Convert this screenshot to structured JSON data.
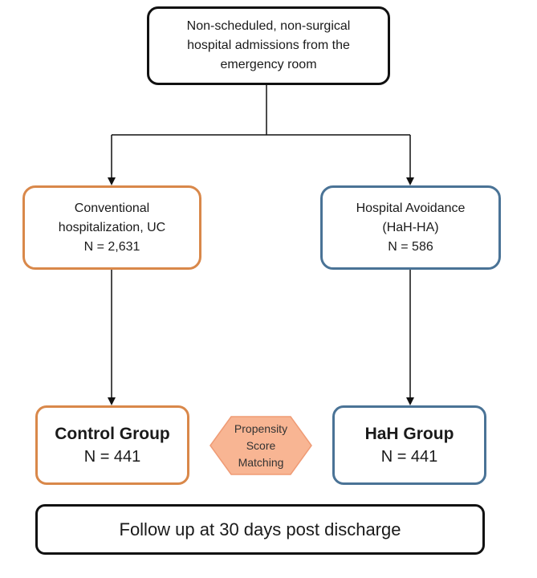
{
  "top": {
    "lines": [
      "Non-scheduled, non-surgical",
      "hospital admissions from the",
      "emergency room"
    ]
  },
  "conventional": {
    "lines": [
      "Conventional",
      "hospitalization, UC",
      "N = 2,631"
    ]
  },
  "avoidance": {
    "lines": [
      "Hospital Avoidance",
      "(HaH-HA)",
      "N = 586"
    ]
  },
  "control": {
    "title": "Control Group",
    "n": "N = 441"
  },
  "hah": {
    "title": "HaH Group",
    "n": "N = 441"
  },
  "matching": {
    "lines": [
      "Propensity",
      "Score",
      "Matching"
    ]
  },
  "followup": {
    "text": "Follow up at 30 days post discharge"
  },
  "colors": {
    "orange": "#d9884a",
    "blue": "#4a7396",
    "matching_fill": "#f8b593",
    "matching_stroke": "#ef9b75",
    "line": "#111111"
  }
}
